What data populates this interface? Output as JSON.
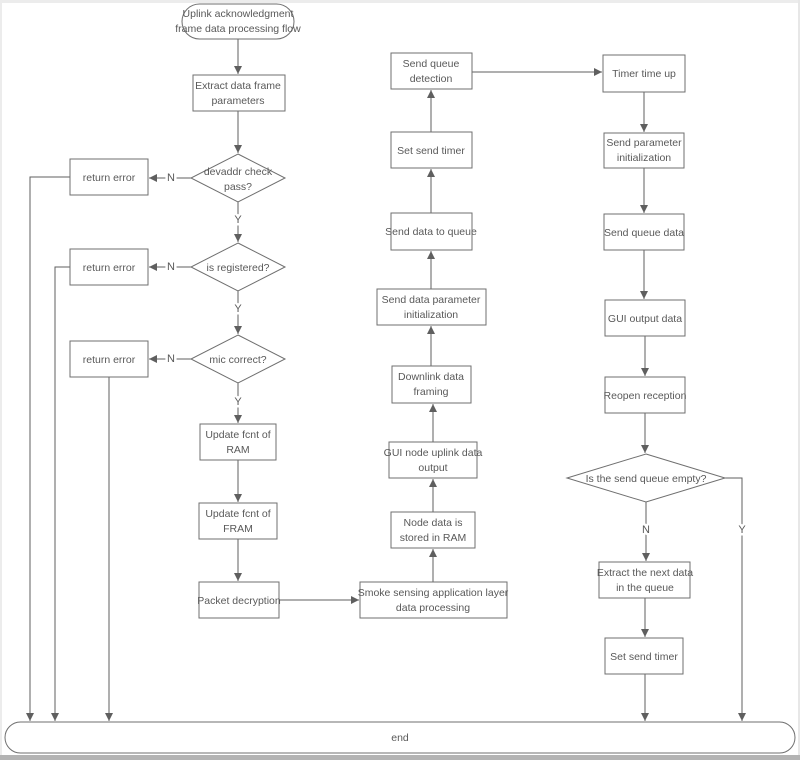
{
  "diagram": {
    "title": "Uplink acknowledgment frame data processing flow",
    "nodes": {
      "start": {
        "line1": "Uplink acknowledgment",
        "line2": "frame data processing flow"
      },
      "extract_frame": {
        "line1": "Extract data frame",
        "line2": "parameters"
      },
      "devaddr_check": {
        "line1": "devaddr check",
        "line2": "pass?"
      },
      "return_error_1": {
        "label": "return error"
      },
      "return_error_2": {
        "label": "return error"
      },
      "return_error_3": {
        "label": "return error"
      },
      "is_registered": {
        "label": "is registered?"
      },
      "mic_correct": {
        "label": "mic correct?"
      },
      "update_fcnt_ram": {
        "line1": "Update fcnt of",
        "line2": "RAM"
      },
      "update_fcnt_fram": {
        "line1": "Update fcnt of",
        "line2": "FRAM"
      },
      "packet_decryption": {
        "label": "Packet decryption"
      },
      "smoke_processing": {
        "line1": "Smoke sensing application layer",
        "line2": "data processing"
      },
      "node_data_ram": {
        "line1": "Node data is",
        "line2": "stored in RAM"
      },
      "gui_node_uplink": {
        "line1": "GUI node uplink data",
        "line2": "output"
      },
      "downlink_framing": {
        "line1": "Downlink data",
        "line2": "framing"
      },
      "send_data_param_init": {
        "line1": "Send data parameter",
        "line2": "initialization"
      },
      "send_data_to_queue": {
        "label": "Send data to queue"
      },
      "set_send_timer_mid": {
        "label": "Set send timer"
      },
      "send_queue_detection": {
        "line1": "Send queue",
        "line2": "detection"
      },
      "timer_time_up": {
        "label": "Timer time up"
      },
      "send_param_init": {
        "line1": "Send parameter",
        "line2": "initialization"
      },
      "send_queue_data": {
        "label": "Send queue data"
      },
      "gui_output_data": {
        "label": "GUI output data"
      },
      "reopen_reception": {
        "label": "Reopen reception"
      },
      "send_queue_empty": {
        "label": "Is the send queue empty?"
      },
      "extract_next_data": {
        "line1": "Extract the next data",
        "line2": "in the queue"
      },
      "set_send_timer_right": {
        "label": "Set send timer"
      },
      "end": {
        "label": "end"
      }
    },
    "branch_labels": {
      "yes": "Y",
      "no": "N"
    },
    "colors": {
      "background": "#ffffff",
      "shape_border": "#6f6f6f",
      "line": "#5f5f5f",
      "text": "#595959",
      "window_bottom_strip": "#b3b3b3",
      "window_edge": "#ececec"
    }
  }
}
